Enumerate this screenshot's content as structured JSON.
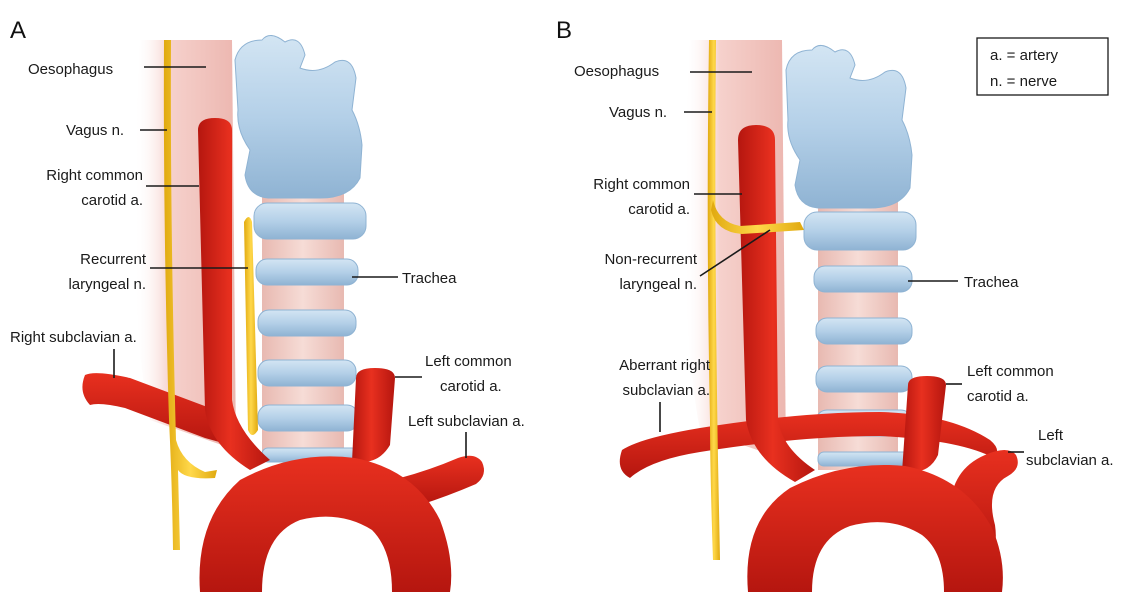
{
  "panels": [
    {
      "letter": "A",
      "labels": {
        "oesophagus": "Oesophagus",
        "vagus": "Vagus n.",
        "rcca_1": "Right common",
        "rcca_2": "carotid a.",
        "rln_1": "Recurrent",
        "rln_2": "laryngeal n.",
        "trachea": "Trachea",
        "rsa": "Right subclavian a.",
        "lcca_1": "Left common",
        "lcca_2": "carotid a.",
        "lsa": "Left subclavian a."
      }
    },
    {
      "letter": "B",
      "labels": {
        "oesophagus": "Oesophagus",
        "vagus": "Vagus n.",
        "rcca_1": "Right common",
        "rcca_2": "carotid a.",
        "nrln_1": "Non-recurrent",
        "nrln_2": "laryngeal n.",
        "trachea": "Trachea",
        "arsa_1": "Aberrant right",
        "arsa_2": "subclavian a.",
        "lcca_1": "Left common",
        "lcca_2": "carotid a.",
        "lsa_1": "Left",
        "lsa_2": "subclavian a."
      }
    }
  ],
  "legend": {
    "line1": "a. = artery",
    "line2": "n. = nerve"
  },
  "colors": {
    "artery": "#e0261b",
    "artery_dark": "#b5160f",
    "nerve": "#f5c21c",
    "nerve_dark": "#d9a00f",
    "cartilage": "#b9d4ea",
    "cartilage_dark": "#8fb3d3",
    "muscle": "#f2c5c0"
  }
}
